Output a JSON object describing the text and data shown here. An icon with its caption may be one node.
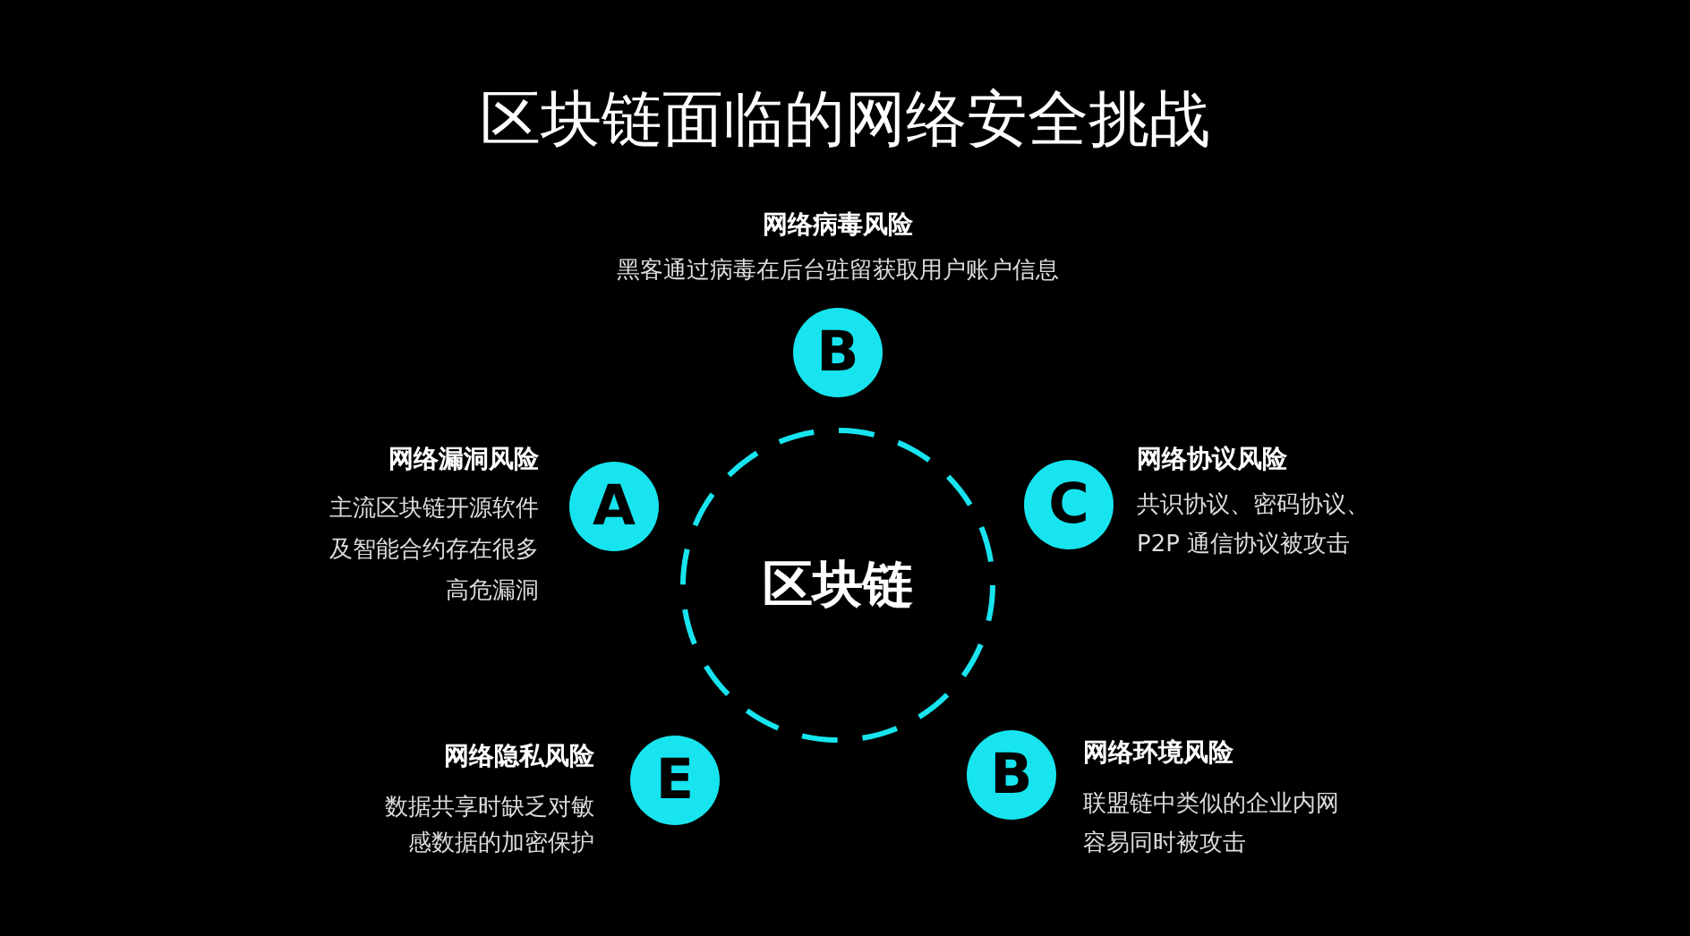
{
  "diagram": {
    "title": "区块链面临的网络安全挑战",
    "nodes": [
      {
        "text": [
          "B"
        ],
        "beside": [
          "网络病毒风险",
          "黑客通过病毒在后台驻留获取用户账户信息"
        ]
      },
      {
        "text": [
          "A"
        ],
        "beside": [
          "网络漏洞风险",
          "主流区块链开源软件及智能合约存在很多高危漏洞"
        ]
      },
      {
        "text": [
          "C"
        ],
        "beside": [
          "网络协议风险",
          "共识协议、密码协议、P2P 通信协议被攻击"
        ]
      },
      {
        "text": [
          "区块链"
        ]
      },
      {
        "text": [
          "E"
        ],
        "beside": [
          "网络隐私风险",
          "数据共享时缺乏对敏感数据的加密保护"
        ]
      },
      {
        "text": [
          "B"
        ],
        "beside": [
          "网络环境风险",
          "联盟链中类似的企业内网容易同时被攻击"
        ]
      }
    ]
  }
}
